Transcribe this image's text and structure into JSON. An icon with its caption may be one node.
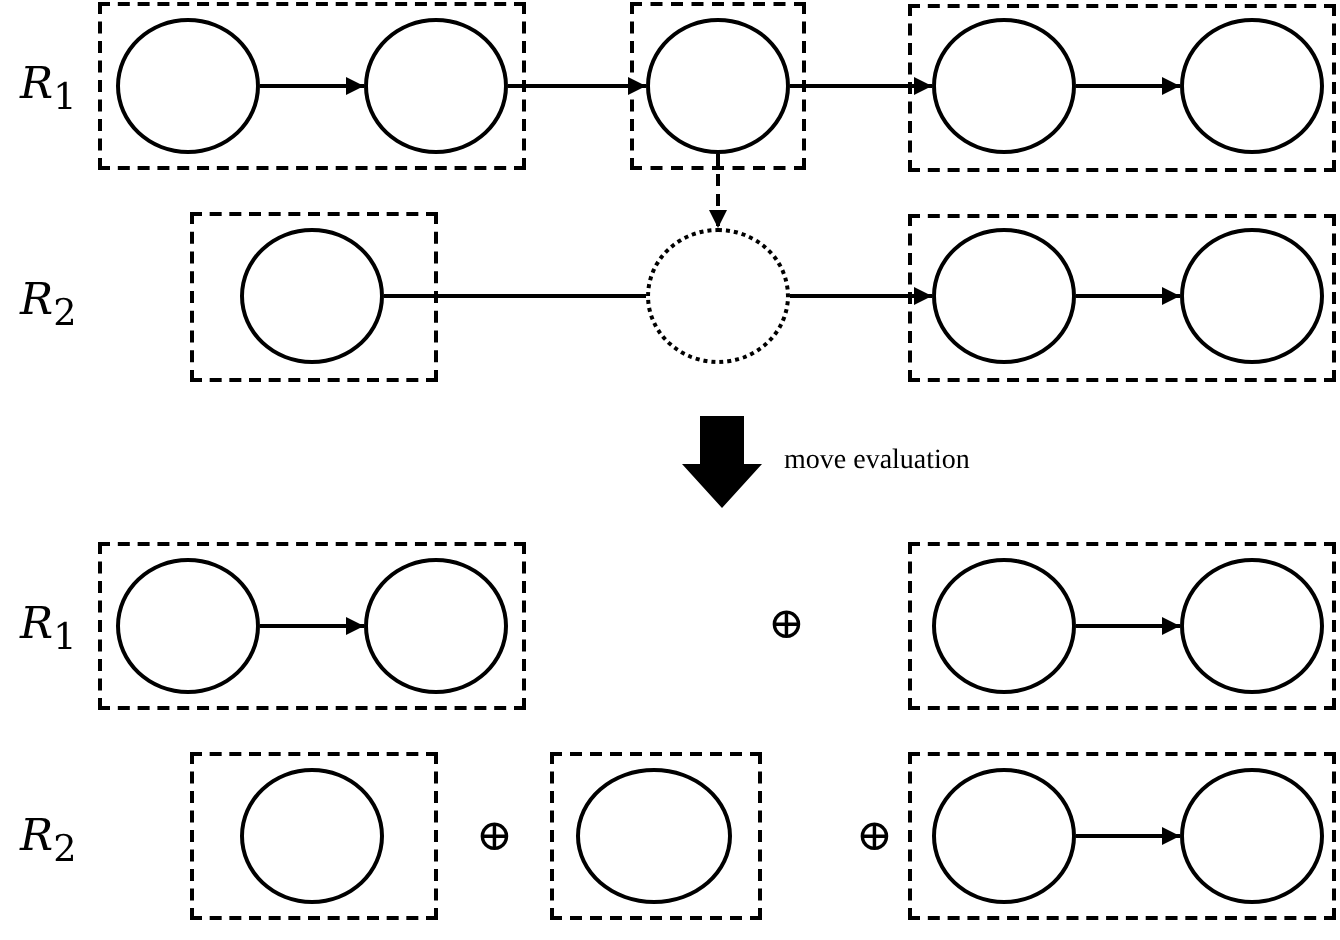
{
  "diagram": {
    "nodes": [
      {
        "text": [],
        "shape": "box"
      },
      {
        "text": [],
        "shape": "circle",
        "in": 0
      },
      {
        "text": [],
        "shape": "circle",
        "in": 0
      },
      {
        "text": [],
        "shape": "box"
      },
      {
        "text": [],
        "shape": "circle",
        "in": 3
      },
      {
        "text": [],
        "shape": "box"
      },
      {
        "text": [],
        "shape": "circle",
        "in": 5
      },
      {
        "text": [],
        "shape": "circle",
        "in": 5
      },
      {
        "text": [],
        "shape": "box"
      },
      {
        "text": [],
        "shape": "circle",
        "in": 8
      },
      {
        "text": [],
        "shape": "circle"
      },
      {
        "text": [],
        "shape": "box"
      },
      {
        "text": [],
        "shape": "circle",
        "in": 11
      },
      {
        "text": [],
        "shape": "circle",
        "in": 11
      },
      {
        "text": [],
        "shape": "box"
      },
      {
        "text": [],
        "shape": "circle",
        "in": 14
      },
      {
        "text": [],
        "shape": "circle",
        "in": 14
      },
      {
        "text": [],
        "shape": "box"
      },
      {
        "text": [],
        "shape": "circle",
        "in": 17
      },
      {
        "text": [],
        "shape": "circle",
        "in": 17
      },
      {
        "text": [],
        "shape": "box"
      },
      {
        "text": [],
        "shape": "circle",
        "in": 20
      },
      {
        "text": [],
        "shape": "box"
      },
      {
        "text": [],
        "shape": "circle",
        "in": 22
      },
      {
        "text": [],
        "shape": "box"
      },
      {
        "text": [],
        "shape": "circle",
        "in": 24
      },
      {
        "text": [],
        "shape": "circle",
        "in": 24
      }
    ],
    "edges": [
      {
        "from": 1,
        "to": 2,
        "arrow": "to"
      },
      {
        "from": 2,
        "to": 4,
        "arrow": "to"
      },
      {
        "from": 4,
        "to": 6,
        "arrow": "to"
      },
      {
        "from": 6,
        "to": 7,
        "arrow": "to"
      },
      {
        "from": 4,
        "to": 10,
        "arrow": "to",
        "style": "dashed"
      },
      {
        "from": 9,
        "to": 10,
        "arrow": "none"
      },
      {
        "from": 10,
        "to": 12,
        "arrow": "to"
      },
      {
        "from": 12,
        "to": 13,
        "arrow": "to"
      },
      {
        "from": 15,
        "to": 16,
        "arrow": "to"
      },
      {
        "from": 18,
        "to": 19,
        "arrow": "to"
      },
      {
        "from": 25,
        "to": 26,
        "arrow": "to"
      }
    ],
    "labels": [
      "*R*$_{1}$",
      "*R*$_{2}$",
      "move evaluation",
      "*R*$_{1}$",
      "⊕",
      "*R*$_{2}$",
      "⊕",
      "⊕"
    ]
  }
}
